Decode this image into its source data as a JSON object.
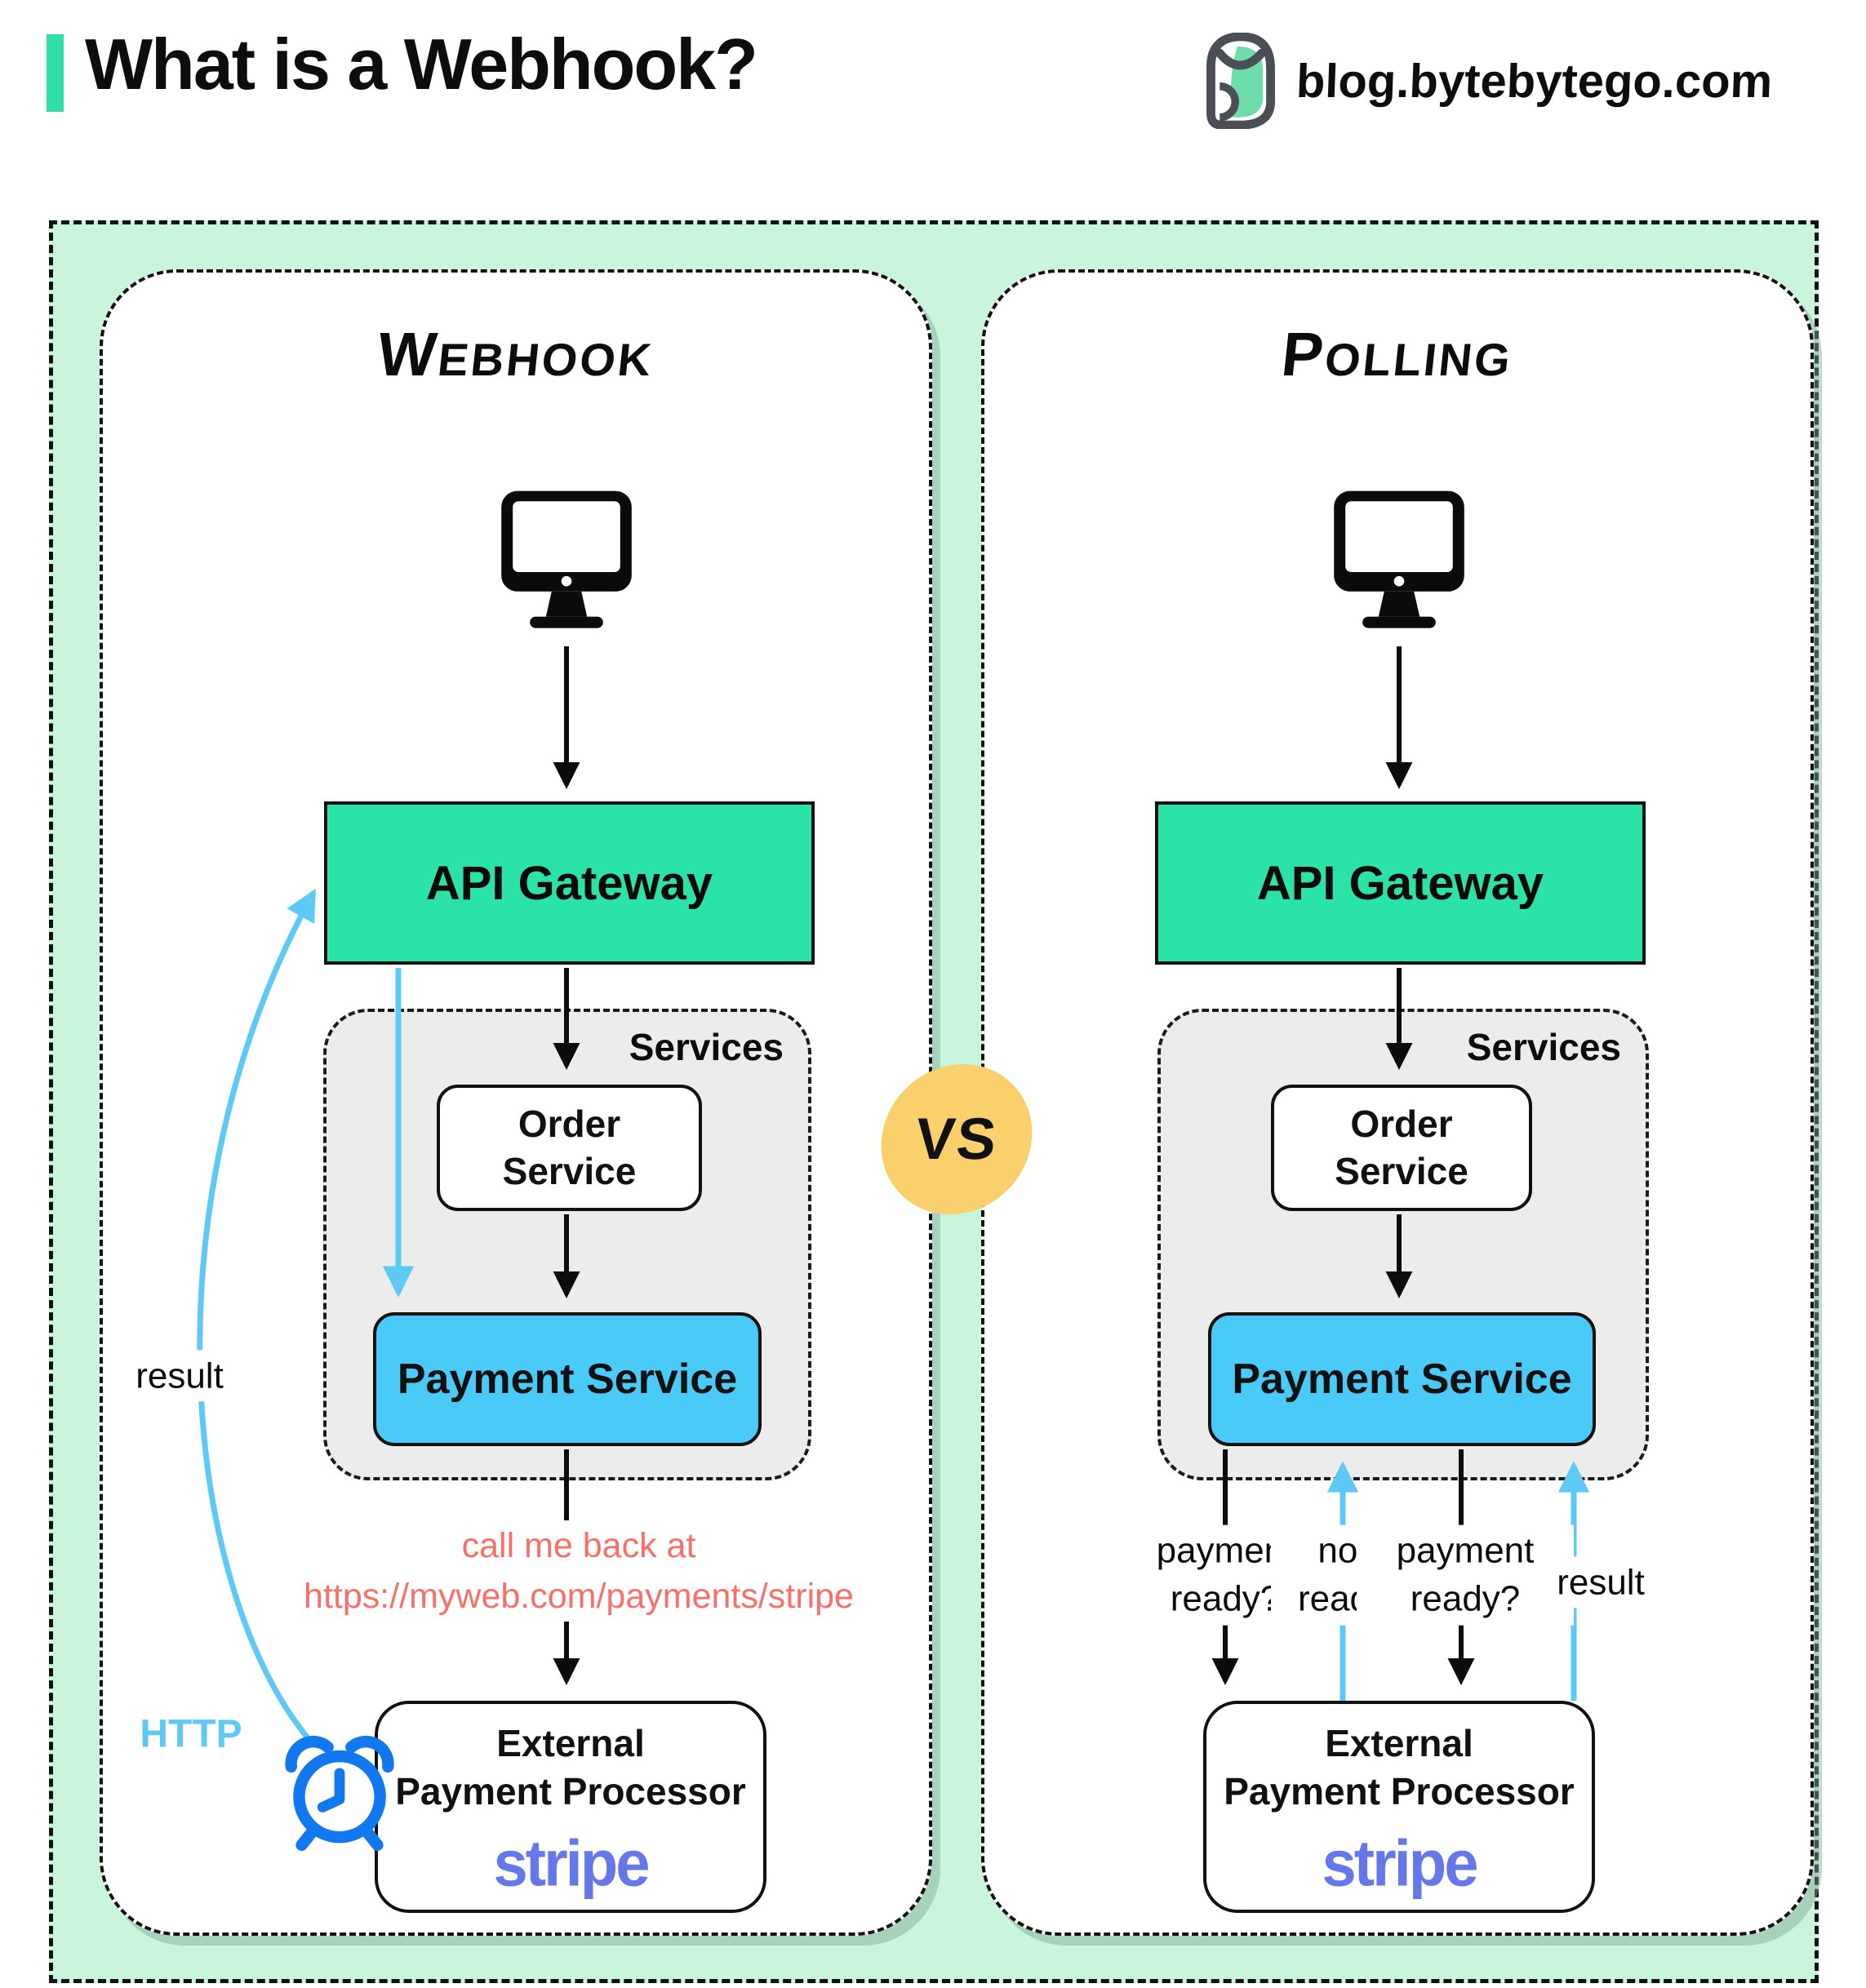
{
  "header": {
    "title": "What is a Webhook?",
    "site_label": "blog.bytebytego.com"
  },
  "divider_label": "VS",
  "colors": {
    "accent_teal": "#2ee0a8",
    "mint_background": "#c9f5dc",
    "gateway_teal": "#2be3a9",
    "payment_blue": "#4acbf7",
    "arrow_light_blue": "#5ec9f4",
    "alarm_blue": "#1278f0",
    "callback_salmon": "#fa6f67",
    "vs_yellow": "#f9d06c",
    "stripe_purple": "#6577e9",
    "services_gray": "#ececec"
  },
  "panels": [
    {
      "title": "Webhook",
      "client_icon": "desktop-monitor",
      "api_gateway_label": "API Gateway",
      "services_group_label": "Services",
      "order_service_label": "Order Service",
      "payment_service_label": "Payment Service",
      "external_processor_lines": [
        "External",
        "Payment Processor"
      ],
      "external_vendor_logo": "stripe",
      "callback_note_lines": [
        "call me back at",
        "https://myweb.com/payments/stripe"
      ],
      "result_arrow_label": "result",
      "http_arrow_label": "HTTP"
    },
    {
      "title": "Polling",
      "client_icon": "desktop-monitor",
      "api_gateway_label": "API Gateway",
      "services_group_label": "Services",
      "order_service_label": "Order Service",
      "payment_service_label": "Payment Service",
      "external_processor_lines": [
        "External",
        "Payment Processor"
      ],
      "external_vendor_logo": "stripe",
      "polling_arrow_labels": [
        "payment ready?",
        "not ready",
        "payment ready?",
        "result"
      ]
    }
  ]
}
